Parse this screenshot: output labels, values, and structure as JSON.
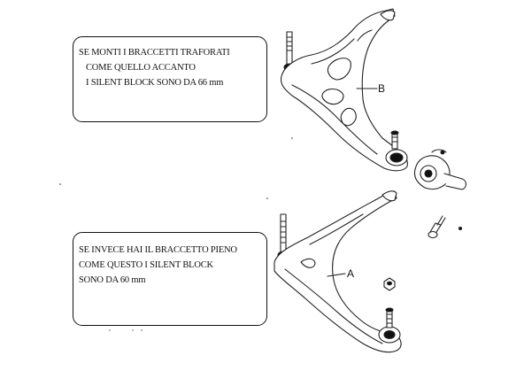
{
  "notes": {
    "perforated_arm": {
      "lines": [
        "SE MONTI I BRACCETTI TRAFORATI",
        "COME QUELLO ACCANTO",
        "I SILENT BLOCK SONO DA 66 mm"
      ]
    },
    "solid_arm": {
      "lines": [
        "SE INVECE HAI IL BRACCETTO PIENO",
        "COME QUESTO I SILENT BLOCK",
        "SONO DA 60 mm"
      ]
    }
  },
  "callouts": {
    "b": "B",
    "a": "A"
  }
}
